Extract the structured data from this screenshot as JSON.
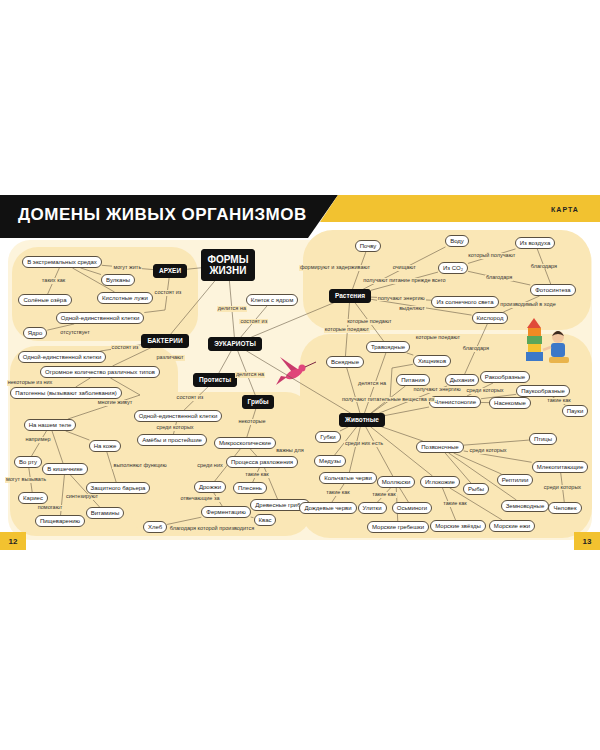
{
  "diagram": {
    "title": "ДОМЕНЫ ЖИВЫХ ОРГАНИЗМОВ",
    "nodes": [
      {
        "text": [
          "ФОРМЫ ЖИЗНИ"
        ]
      },
      {
        "text": [
          "АРХЕИ"
        ]
      },
      {
        "text": [
          "В экстремальных средах"
        ]
      },
      {
        "text": [
          "Вулканы"
        ]
      },
      {
        "text": [
          "Солёные озёра"
        ]
      },
      {
        "text": [
          "Кислотные лужи"
        ]
      },
      {
        "text": [
          "Одной-единственной клетки"
        ]
      },
      {
        "text": [
          "Ядро"
        ]
      },
      {
        "text": [
          "Клеток с ядром"
        ]
      },
      {
        "text": [
          "БАКТЕРИИ"
        ]
      },
      {
        "text": [
          "ЭУКАРИОТЫ"
        ]
      },
      {
        "text": [
          "Одной-единственной клетки"
        ]
      },
      {
        "text": [
          "Огромное количество различных типов"
        ]
      },
      {
        "text": [
          "Патогенны (вызывают заболевания)"
        ]
      },
      {
        "text": [
          "На нашем теле"
        ]
      },
      {
        "text": [
          "На коже"
        ]
      },
      {
        "text": [
          "Во рту"
        ]
      },
      {
        "text": [
          "В кишечнике"
        ]
      },
      {
        "text": [
          "Защитного барьера"
        ]
      },
      {
        "text": [
          "Кариес"
        ]
      },
      {
        "text": [
          "Витамины"
        ]
      },
      {
        "text": [
          "Пищеварению"
        ]
      },
      {
        "text": [
          "Протисты"
        ]
      },
      {
        "text": [
          "Грибы"
        ]
      },
      {
        "text": [
          "Одной-единственной клетки"
        ]
      },
      {
        "text": [
          "Амёбы и простейшие"
        ]
      },
      {
        "text": [
          "Микроскопические"
        ]
      },
      {
        "text": [
          "Процесса разложения"
        ]
      },
      {
        "text": [
          "Дрожжи"
        ]
      },
      {
        "text": [
          "Плесень"
        ]
      },
      {
        "text": [
          "Древесные грибы"
        ]
      },
      {
        "text": [
          "Ферментацию"
        ]
      },
      {
        "text": [
          "Квас"
        ]
      },
      {
        "text": [
          "Хлеб"
        ]
      },
      {
        "text": [
          "Растения"
        ]
      },
      {
        "text": [
          "Почву"
        ]
      },
      {
        "text": [
          "Воду"
        ]
      },
      {
        "text": [
          "Из воздуха"
        ]
      },
      {
        "text": [
          "Из CO₂"
        ]
      },
      {
        "text": [
          "Фотосинтеза"
        ]
      },
      {
        "text": [
          "Из солнечного света"
        ]
      },
      {
        "text": [
          "Кислород"
        ]
      },
      {
        "text": [
          "Травоядные"
        ]
      },
      {
        "text": [
          "Всеядные"
        ]
      },
      {
        "text": [
          "Хищников"
        ]
      },
      {
        "text": [
          "Питания"
        ]
      },
      {
        "text": [
          "Дыхания"
        ]
      },
      {
        "text": [
          "Ракообразные"
        ]
      },
      {
        "text": [
          "Животные"
        ]
      },
      {
        "text": [
          "Членистоногие"
        ]
      },
      {
        "text": [
          "Паукообразные"
        ]
      },
      {
        "text": [
          "Насекомые"
        ]
      },
      {
        "text": [
          "Пауки"
        ]
      },
      {
        "text": [
          "Губки"
        ]
      },
      {
        "text": [
          "Позвоночные"
        ]
      },
      {
        "text": [
          "Птицы"
        ]
      },
      {
        "text": [
          "Медузы"
        ]
      },
      {
        "text": [
          "Млекопитающие"
        ]
      },
      {
        "text": [
          "Кольчатые черви"
        ]
      },
      {
        "text": [
          "Моллюски"
        ]
      },
      {
        "text": [
          "Иглокожие"
        ]
      },
      {
        "text": [
          "Рыбы"
        ]
      },
      {
        "text": [
          "Рептилии"
        ]
      },
      {
        "text": [
          "Земноводные"
        ]
      },
      {
        "text": [
          "Человек"
        ]
      },
      {
        "text": [
          "Дождевые черви"
        ]
      },
      {
        "text": [
          "Морские гребешки"
        ]
      },
      {
        "text": [
          "Улитки"
        ]
      },
      {
        "text": [
          "Осьминоги"
        ]
      },
      {
        "text": [
          "Морские звёзды"
        ]
      },
      {
        "text": [
          "Морские ежи"
        ]
      }
    ],
    "edges": [
      {
        "from": 0,
        "to": 1,
        "arrow": "none"
      },
      {
        "from": 0,
        "to": 9,
        "arrow": "none"
      },
      {
        "from": 0,
        "to": 10,
        "label": "делится на",
        "arrow": "none"
      },
      {
        "from": 1,
        "to": 2,
        "label": "могут жить",
        "arrow": "none"
      },
      {
        "from": 2,
        "to": 4,
        "label": "таких как",
        "arrow": "none"
      },
      {
        "from": 2,
        "to": 3,
        "arrow": "none"
      },
      {
        "from": 2,
        "to": 5,
        "arrow": "none"
      },
      {
        "from": 1,
        "to": 6,
        "label": "состоят из",
        "arrow": "none"
      },
      {
        "from": 6,
        "to": 7,
        "label": "отсутствует",
        "arrow": "none"
      },
      {
        "from": 10,
        "to": 8,
        "label": "состоят из",
        "arrow": "none"
      },
      {
        "from": 9,
        "to": 11,
        "label": "состоят из",
        "arrow": "none"
      },
      {
        "from": 9,
        "to": 12,
        "label": "различают",
        "arrow": "none"
      },
      {
        "from": 12,
        "to": 13,
        "label": "некоторые из них",
        "arrow": "none"
      },
      {
        "from": 12,
        "to": 14,
        "label": "многие живут",
        "arrow": "none"
      },
      {
        "from": 14,
        "to": 16,
        "label": "например",
        "arrow": "none"
      },
      {
        "from": 14,
        "to": 15,
        "arrow": "none"
      },
      {
        "from": 14,
        "to": 17,
        "arrow": "none"
      },
      {
        "from": 15,
        "to": 18,
        "label": "выполняют функцию",
        "arrow": "none"
      },
      {
        "from": 16,
        "to": 19,
        "label": "могут вызывать",
        "arrow": "none"
      },
      {
        "from": 17,
        "to": 21,
        "label": "помогают",
        "arrow": "none"
      },
      {
        "from": 17,
        "to": 20,
        "label": "синтезируют",
        "arrow": "none"
      },
      {
        "from": 10,
        "to": 22,
        "arrow": "none"
      },
      {
        "from": 10,
        "to": 23,
        "label": "делится на",
        "arrow": "none"
      },
      {
        "from": 22,
        "to": 24,
        "label": "состоят из",
        "arrow": "none"
      },
      {
        "from": 24,
        "to": 25,
        "label": "среди которых",
        "arrow": "none"
      },
      {
        "from": 23,
        "to": 26,
        "label": "некоторые",
        "arrow": "none"
      },
      {
        "from": 26,
        "to": 27,
        "label": "важны для",
        "arrow": "none"
      },
      {
        "from": 26,
        "to": 28,
        "label": "среди них",
        "arrow": "none"
      },
      {
        "from": 27,
        "to": 29,
        "label": "такие как",
        "arrow": "none"
      },
      {
        "from": 27,
        "to": 30,
        "arrow": "none"
      },
      {
        "from": 28,
        "to": 31,
        "label": "отвечающие за",
        "arrow": "none"
      },
      {
        "from": 31,
        "to": 33,
        "label": "благодаря которой производится",
        "arrow": "none"
      },
      {
        "from": 31,
        "to": 32,
        "arrow": "none"
      },
      {
        "from": 10,
        "to": 34,
        "arrow": "none"
      },
      {
        "from": 10,
        "to": 48,
        "arrow": "none"
      },
      {
        "from": 34,
        "to": 35,
        "label": "формируют и задерживают",
        "arrow": "none"
      },
      {
        "from": 34,
        "to": 36,
        "label": "очищают",
        "arrow": "none"
      },
      {
        "from": 34,
        "to": 38,
        "label": "получают питание прежде всего",
        "arrow": "none"
      },
      {
        "from": 38,
        "to": 37,
        "label": "который получают",
        "arrow": "none"
      },
      {
        "from": 37,
        "to": 39,
        "label": "благодаря",
        "arrow": "none"
      },
      {
        "from": 38,
        "to": 39,
        "label": "благодаря",
        "arrow": "none"
      },
      {
        "from": 34,
        "to": 40,
        "label": "получают энергию",
        "arrow": "none"
      },
      {
        "from": 41,
        "to": 39,
        "label": "производимый в ходе",
        "arrow": "none"
      },
      {
        "from": 34,
        "to": 41,
        "label": "выделяют",
        "arrow": "none"
      },
      {
        "from": 46,
        "to": 41,
        "label": "благодаря",
        "arrow": "none"
      },
      {
        "from": 42,
        "to": 34,
        "label": "которые поедают",
        "arrow": "none"
      },
      {
        "from": 43,
        "to": 34,
        "label": "которые поедают",
        "arrow": "none"
      },
      {
        "from": 44,
        "to": 42,
        "label": "которые поедают",
        "arrow": "none"
      },
      {
        "from": 48,
        "to": 42,
        "label": "делятся на",
        "arrow": "none"
      },
      {
        "from": 48,
        "to": 43,
        "arrow": "none"
      },
      {
        "from": 48,
        "to": 44,
        "arrow": "none"
      },
      {
        "from": 48,
        "to": 45,
        "label": "получают питательные вещества из",
        "arrow": "none"
      },
      {
        "from": 48,
        "to": 46,
        "label": "получают энергию",
        "arrow": "none"
      },
      {
        "from": 48,
        "to": 53,
        "arrow": "none"
      },
      {
        "from": 48,
        "to": 56,
        "label": "среди них есть",
        "arrow": "none"
      },
      {
        "from": 48,
        "to": 58,
        "arrow": "none"
      },
      {
        "from": 48,
        "to": 59,
        "arrow": "none"
      },
      {
        "from": 48,
        "to": 60,
        "arrow": "none"
      },
      {
        "from": 48,
        "to": 54,
        "arrow": "none"
      },
      {
        "from": 48,
        "to": 49,
        "arrow": "none"
      },
      {
        "from": 49,
        "to": 47,
        "label": "среди которых",
        "arrow": "none"
      },
      {
        "from": 49,
        "to": 50,
        "arrow": "none"
      },
      {
        "from": 49,
        "to": 51,
        "arrow": "none"
      },
      {
        "from": 50,
        "to": 52,
        "label": "такие как",
        "arrow": "none"
      },
      {
        "from": 54,
        "to": 55,
        "arrow": "none"
      },
      {
        "from": 54,
        "to": 57,
        "arrow": "none"
      },
      {
        "from": 54,
        "to": 61,
        "arrow": "none"
      },
      {
        "from": 54,
        "to": 62,
        "label": "среди которых",
        "arrow": "none"
      },
      {
        "from": 54,
        "to": 63,
        "arrow": "none"
      },
      {
        "from": 57,
        "to": 64,
        "label": "среди которых",
        "arrow": "none"
      },
      {
        "from": 58,
        "to": 65,
        "label": "такие как",
        "arrow": "none"
      },
      {
        "from": 59,
        "to": 67,
        "label": "такие как",
        "arrow": "none"
      },
      {
        "from": 59,
        "to": 68,
        "arrow": "none"
      },
      {
        "from": 59,
        "to": 66,
        "arrow": "none"
      },
      {
        "from": 60,
        "to": 69,
        "label": "такие как",
        "arrow": "none"
      },
      {
        "from": 60,
        "to": 70,
        "arrow": "none"
      }
    ],
    "labels": [
      "КАРТА",
      "12",
      "13"
    ]
  }
}
